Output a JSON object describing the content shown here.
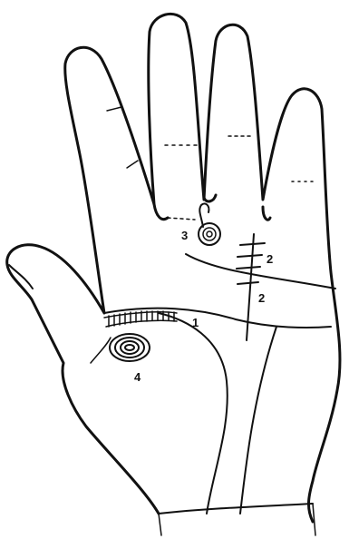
{
  "labels": {
    "one": "1",
    "two_upper": "2",
    "two_lower": "2",
    "three": "3",
    "four": "4"
  },
  "colors": {
    "ink": "#111111",
    "background": "#ffffff"
  }
}
